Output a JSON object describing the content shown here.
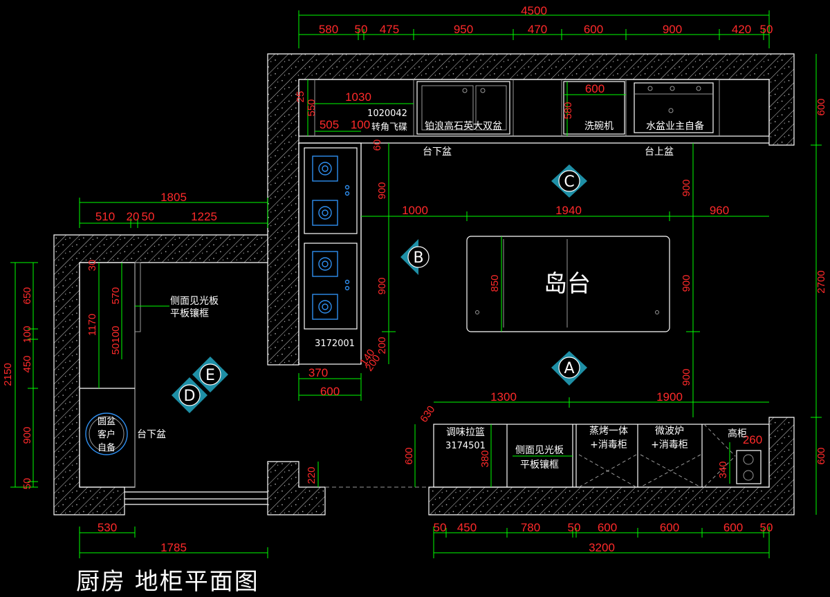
{
  "title": "厨房  地柜平面图",
  "room_labels": {
    "island": "岛台",
    "corner_basket_code": "1020042",
    "corner_basket": "转角飞碟",
    "double_sink": "铂浪高石英大双盆",
    "dishwasher": "洗碗机",
    "owner_sink": "水盆业主自备",
    "under_sink_left": "台下盆",
    "above_sink": "台上盆",
    "stove_code": "3172001",
    "side_panel_1": "侧面见光板",
    "side_panel_1b": "平板镶框",
    "round_sink_1": "圆盆",
    "round_sink_2": "客户",
    "round_sink_3": "自备",
    "under_sink_bar": "台下盆",
    "spice_basket": "调味拉篮",
    "spice_code": "3174501",
    "side_panel_2": "侧面见光板",
    "side_panel_2b": "平板镶框",
    "steam_oven_1": "蒸烤一体",
    "steam_oven_2": "+消毒柜",
    "microwave_1": "微波炉",
    "microwave_2": "+消毒柜",
    "tall_cabinet": "高柜"
  },
  "markers": [
    "A",
    "B",
    "C",
    "D",
    "E"
  ],
  "dims_top": {
    "total": "4500",
    "segments": [
      "580",
      "50",
      "475",
      "950",
      "470",
      "600",
      "900",
      "420",
      "50"
    ]
  },
  "dims_left_upper": {
    "total": "1805",
    "segments": [
      "510",
      "20",
      "50",
      "1225"
    ]
  },
  "dims_bottom_left": {
    "a": "530",
    "b": "1785"
  },
  "dims_bottom_right": {
    "total": "3200",
    "segments": [
      "50",
      "450",
      "780",
      "50",
      "600",
      "600",
      "600",
      "50"
    ]
  },
  "dims_left_vertical": {
    "total": "2150",
    "segments": [
      "650",
      "100",
      "450",
      "900",
      "50"
    ]
  },
  "dims_inner_left": [
    "30",
    "570",
    "1170",
    "100",
    "50"
  ],
  "dims_right_vertical": {
    "total": "2700",
    "upper": "600",
    "lower": "600"
  },
  "dims_island": {
    "h1": "1000",
    "h2": "1940",
    "h3": "960",
    "v1": "900",
    "v2": "900",
    "v3": "900",
    "depth": "850",
    "left_v1": "900",
    "left_v2": "900",
    "left_v3": "200",
    "left_v4": "60"
  },
  "dims_misc": {
    "d1030": "1030",
    "d505": "505",
    "d100": "100",
    "d25": "25",
    "d550": "550",
    "d600_dw": "600",
    "d580": "580",
    "d370": "370",
    "d600_stove": "600",
    "d1300": "1300",
    "d1900": "1900",
    "d630": "630",
    "d600_b": "600",
    "d380": "380",
    "d220": "220",
    "d260": "260",
    "d340": "340",
    "d200": "200",
    "d140": "140"
  },
  "colors": {
    "dimension_text": "#ff2a2a",
    "dimension_line": "#00ff00",
    "wall_outline": "#ffffff",
    "marker": "#2fb3c8",
    "appliance": "#2f8ff0"
  }
}
